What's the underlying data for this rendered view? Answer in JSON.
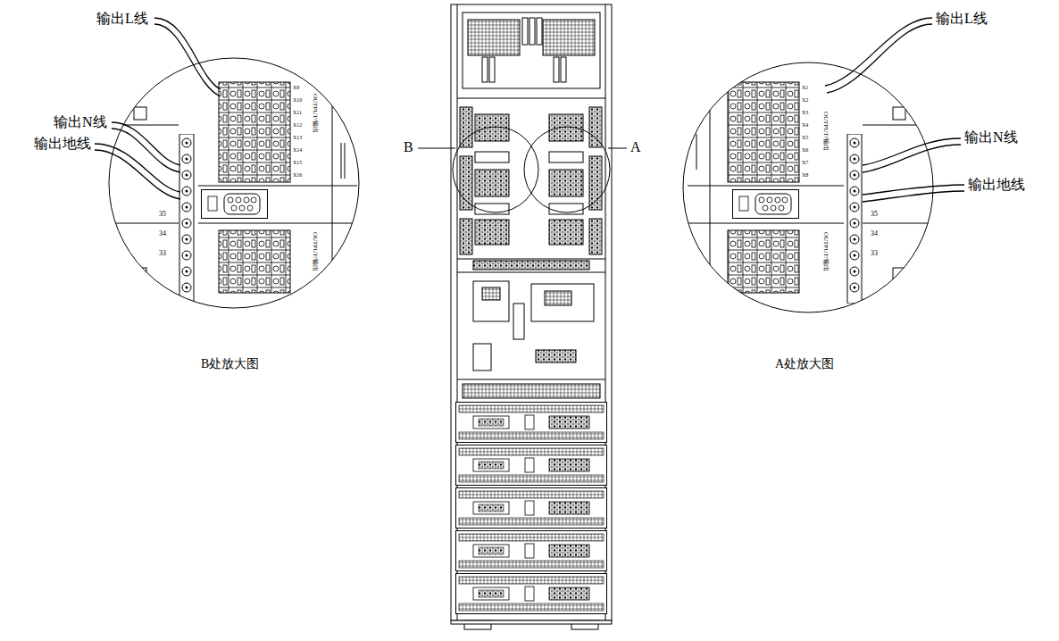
{
  "diagram": {
    "labels": [
      "输出L线",
      "输出N线",
      "输出地线",
      "B",
      "A",
      "输出L线",
      "输出N线",
      "输出地线",
      "B处放大图",
      "A处放大图",
      "35",
      "34",
      "33",
      "35",
      "34",
      "33",
      "OUTPUT/输出",
      "OUTPUT/输出",
      "OUTPUT/输出",
      "OUTPUT/输出",
      "X9",
      "X10",
      "X11",
      "X12",
      "X13",
      "X14",
      "X15",
      "X16",
      "X1",
      "X2",
      "X3",
      "X4",
      "X5",
      "X6",
      "X7",
      "X8"
    ]
  }
}
